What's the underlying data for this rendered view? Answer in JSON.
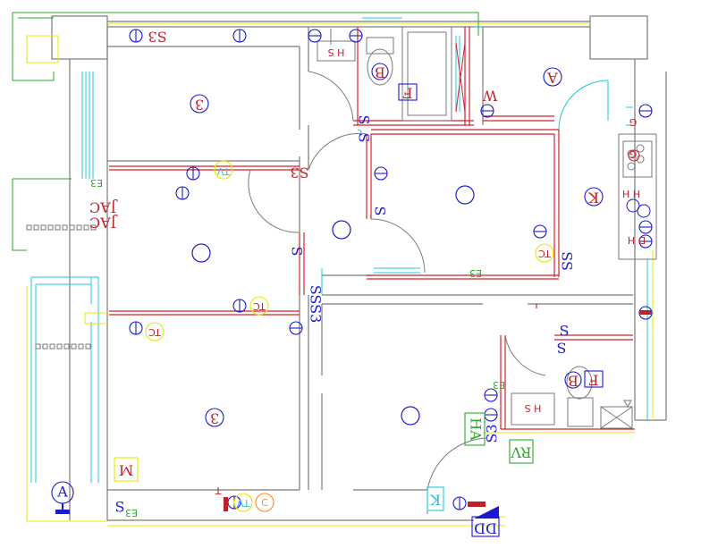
{
  "colors": {
    "wall": "#7a7a7a",
    "partition": "#d2232a",
    "light": "#1a1ad0",
    "cyan": "#21c8d8",
    "yellow": "#e8e800",
    "green": "#2aa82a",
    "text_red": "#c0202a",
    "text_blue": "#1a1ad0",
    "orange": "#ff8a2a"
  },
  "labels": {
    "s3_top": "S3",
    "s3_mid": "S3",
    "s3_bath": "S3",
    "sss3": "SSS3",
    "s_a": "S",
    "s_b": "S",
    "s_c": "S",
    "s_d": "S",
    "s_e": "S",
    "s_f": "S",
    "ss": "SS",
    "s_bottom": "S",
    "tv_mid": "TV",
    "tv_bottom": "TV",
    "tc_mid": "TC",
    "tc_left": "TC",
    "tc_right": "TC",
    "jac1": "JAC",
    "jac2": "JAC",
    "m": "M",
    "a_left": "A",
    "a_right": "A",
    "k": "K",
    "w": "W",
    "f_top": "F",
    "f_bath": "F",
    "b_top": "B",
    "b_bath": "B",
    "hs_top": "H S",
    "hs_bath": "H S",
    "hha": "HA",
    "rv": "RV",
    "dd": "DD",
    "g_top": "G",
    "g_side": "G",
    "h_right": "H H",
    "d_right": "D H",
    "t_label": "T",
    "c_label": "C",
    "three_a": "3",
    "three_b": "3",
    "e3_a": "E3",
    "e3_b": "E3",
    "e3_c": "E3",
    "e3_d": "E3",
    "k_bottom": "K"
  }
}
